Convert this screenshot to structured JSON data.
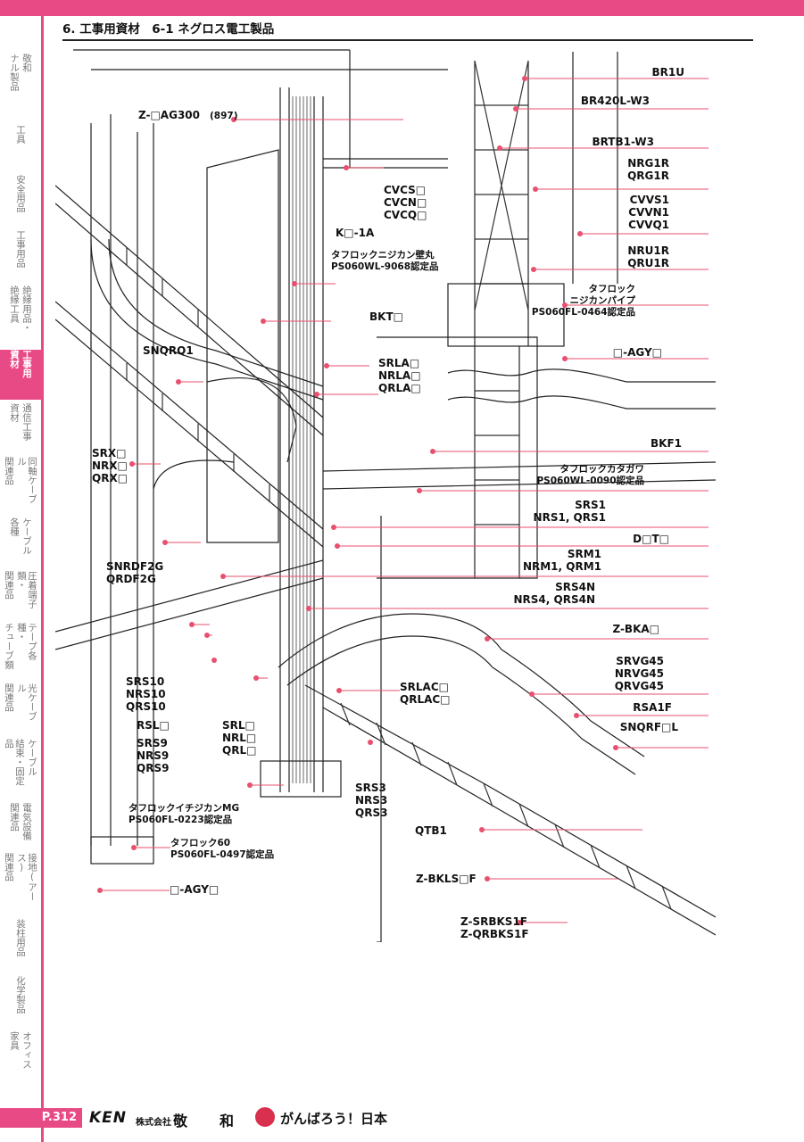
{
  "header": {
    "title": "6.  工事用資材　6-1 ネグロス電工製品"
  },
  "sidebar": [
    {
      "lines": [
        "敬和",
        "ナル製品"
      ],
      "text": "敬和オリジナル製品",
      "active": false
    },
    {
      "lines": [
        "工具"
      ],
      "text": "工具",
      "active": false
    },
    {
      "lines": [
        "安全用品"
      ],
      "text": "安全用品",
      "active": false
    },
    {
      "lines": [
        "工事用品"
      ],
      "text": "工事用品",
      "active": false
    },
    {
      "lines": [
        "絶縁用品・",
        "絶縁工具"
      ],
      "text": "絶縁用品・絶縁工具",
      "active": false
    },
    {
      "lines": [
        "工事用",
        "資材"
      ],
      "text": "工事用資材",
      "active": true
    },
    {
      "lines": [
        "通信工事",
        "資材"
      ],
      "text": "通信工事資材",
      "active": false
    },
    {
      "lines": [
        "同軸ケーブル",
        "関連品"
      ],
      "text": "同軸ケーブル関連品",
      "active": false
    },
    {
      "lines": [
        "ケーブル",
        "各種"
      ],
      "text": "ケーブル各種",
      "active": false
    },
    {
      "lines": [
        "圧着端子類・",
        "関連品"
      ],
      "text": "圧着端子類・関連品",
      "active": false
    },
    {
      "lines": [
        "テープ各種・",
        "チューブ類"
      ],
      "text": "テープ各種・チューブ類",
      "active": false
    },
    {
      "lines": [
        "光ケーブル",
        "関連品"
      ],
      "text": "光ケーブル関連品",
      "active": false
    },
    {
      "lines": [
        "ケーブル",
        "結束・固定品"
      ],
      "text": "ケーブル結束・固定品",
      "active": false
    },
    {
      "lines": [
        "電気設備",
        "関連品"
      ],
      "text": "電気設備関連品",
      "active": false
    },
    {
      "lines": [
        "接地(アース)",
        "関連品"
      ],
      "text": "接地(アース)関連品",
      "active": false
    },
    {
      "lines": [
        "装柱用品"
      ],
      "text": "装柱用品",
      "active": false
    },
    {
      "lines": [
        "化学製品"
      ],
      "text": "化学製品",
      "active": false
    },
    {
      "lines": [
        "オフィス",
        "家具"
      ],
      "text": "オフィス家具",
      "active": false
    }
  ],
  "labels": [
    {
      "text": "BR1U"
    },
    {
      "text": "BR420L-W3"
    },
    {
      "text": "BRTB1-W3"
    },
    {
      "text": "NRG1R\nQRG1R"
    },
    {
      "text": "CVVS1\nCVVN1\nCVVQ1"
    },
    {
      "text": "NRU1R\nQRU1R"
    },
    {
      "text": "タフロック\nニジカンパイプ\nPS060FL-0464認定品"
    },
    {
      "text": "□-AGY□"
    },
    {
      "text": "BKF1"
    },
    {
      "text": "タフロックカタガワ\nPS060WL-0090認定品"
    },
    {
      "text": "SRS1\nNRS1, QRS1"
    },
    {
      "text": "D□T□"
    },
    {
      "text": "SRM1\nNRM1, QRM1"
    },
    {
      "text": "SRS4N\nNRS4, QRS4N"
    },
    {
      "text": "Z-BKA□"
    },
    {
      "text": "SRVG45\nNRVG45\nQRVG45"
    },
    {
      "text": "RSA1F"
    },
    {
      "text": "SNQRF□L"
    },
    {
      "text": "Z-□AG300"
    },
    {
      "text": "(897)"
    },
    {
      "text": "CVCS□\nCVCN□\nCVCQ□"
    },
    {
      "text": "K□-1A"
    },
    {
      "text": "タフロックニジカン壁丸\nPS060WL-9068認定品"
    },
    {
      "text": "BKT□"
    },
    {
      "text": "SNQRQ1"
    },
    {
      "text": "SRLA□\nNRLA□\nQRLA□"
    },
    {
      "text": "SRX□\nNRX□\nQRX□"
    },
    {
      "text": "SNRDF2G\nQRDF2G"
    },
    {
      "text": "SRS10\nNRS10\nQRS10"
    },
    {
      "text": "RSL□"
    },
    {
      "text": "SRS9\nNRS9\nQRS9"
    },
    {
      "text": "SRL□\nNRL□\nQRL□"
    },
    {
      "text": "SRLAC□\nQRLAC□"
    },
    {
      "text": "SRS3\nNRS3\nQRS3"
    },
    {
      "text": "QTB1"
    },
    {
      "text": "タフロックイチジカンMG\nPS060FL-0223認定品"
    },
    {
      "text": "タフロック60\nPS060FL-0497認定品"
    },
    {
      "text": "□-AGY□"
    },
    {
      "text": "Z-BKLS□F"
    },
    {
      "text": "Z-SRBKS1F\nZ-QRBKS1F"
    }
  ],
  "footer": {
    "page": "P.312",
    "brand": "KEN",
    "company_prefix": "株式会社",
    "company_name_1": "敬",
    "company_name_2": "和",
    "slogan": "がんばろう！日本"
  },
  "colors": {
    "accent": "#e84a86",
    "leader": "#e8506e"
  }
}
